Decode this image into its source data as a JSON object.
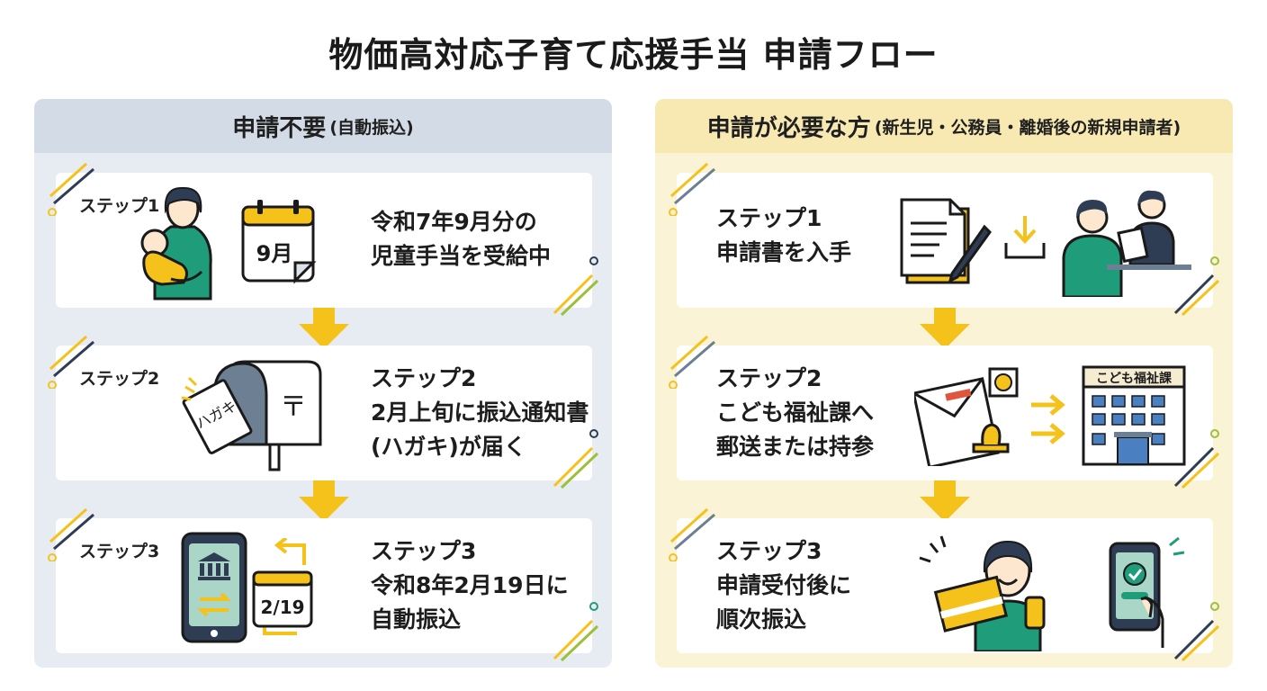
{
  "title": "物価高対応子育て応援手当 申請フロー",
  "left": {
    "heading": "申請不要",
    "heading_sub": "(自動振込)",
    "steps": [
      {
        "tag": "ステップ1",
        "lines": [
          "令和7年9月分の",
          "児童手当を受給中"
        ],
        "calendar": "9月"
      },
      {
        "tag": "ステップ2",
        "lines": [
          "ステップ2",
          "2月上旬に振込通知書",
          "(ハガキ)が届く"
        ],
        "postcard": "ハガキ",
        "postmark": "〒"
      },
      {
        "tag": "ステップ3",
        "lines": [
          "ステップ3",
          "令和8年2月19日に",
          "自動振込"
        ],
        "date": "2/19"
      }
    ]
  },
  "right": {
    "heading": "申請が必要な方",
    "heading_sub": "(新生児・公務員・離婚後の新規申請者)",
    "steps": [
      {
        "lines": [
          "ステップ1",
          "申請書を入手"
        ]
      },
      {
        "lines": [
          "ステップ2",
          "こども福祉課へ",
          "郵送または持参"
        ],
        "building_sign": "こども福祉課"
      },
      {
        "lines": [
          "ステップ3",
          "申請受付後に",
          "順次振込"
        ]
      }
    ]
  },
  "colors": {
    "yellow": "#f5c21b",
    "navy": "#2f3d54",
    "teal": "#1f9c7a",
    "slate": "#6d7f93",
    "lime": "#9bbf3a"
  }
}
